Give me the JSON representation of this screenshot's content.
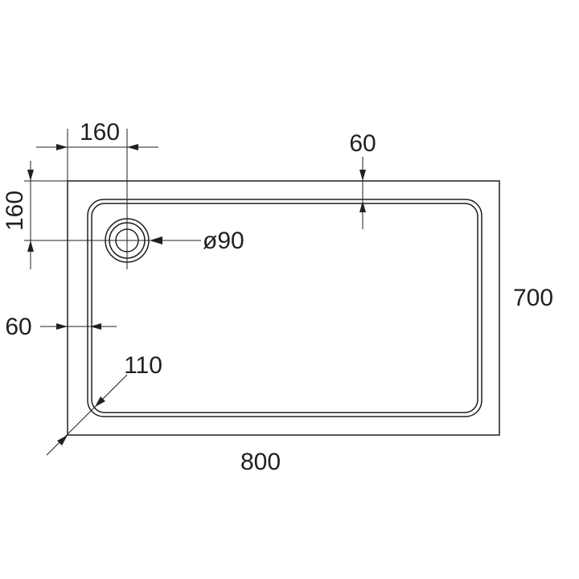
{
  "drawing": {
    "tray_width": "800",
    "tray_depth": "700",
    "waste_offset_x": "160",
    "waste_offset_y": "160",
    "waste_diameter": "ø90",
    "rim_top": "60",
    "rim_side": "60",
    "corner_radius": "110",
    "line_color": "#231f20"
  }
}
